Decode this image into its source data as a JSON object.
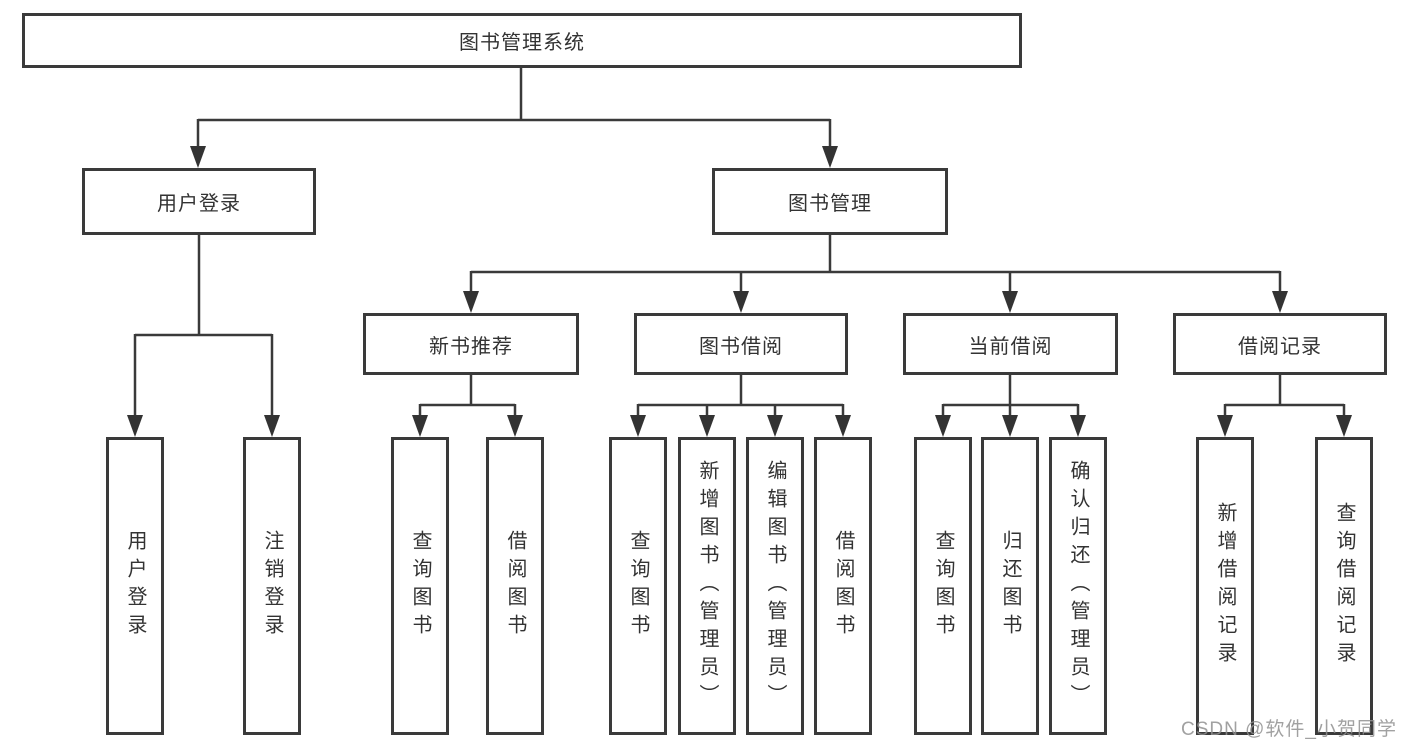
{
  "tree": {
    "root": "图书管理系统",
    "children": [
      {
        "label": "用户登录",
        "children": [
          "用户登录",
          "注销登录"
        ]
      },
      {
        "label": "图书管理",
        "children": [
          {
            "label": "新书推荐",
            "children": [
              "查询图书",
              "借阅图书"
            ]
          },
          {
            "label": "图书借阅",
            "children": [
              "查询图书",
              "新增图书（管理员）",
              "编辑图书（管理员）",
              "借阅图书"
            ]
          },
          {
            "label": "当前借阅",
            "children": [
              "查询图书",
              "归还图书",
              "确认归还（管理员）"
            ]
          },
          {
            "label": "借阅记录",
            "children": [
              "新增借阅记录",
              "查询借阅记录"
            ]
          }
        ]
      }
    ]
  },
  "watermark": "CSDN @软件_小贺同学",
  "colors": {
    "line": "#3a3a3a",
    "node_border": "#3a3a3a",
    "text": "#333333",
    "watermark": "#919191",
    "background": "#ffffff"
  }
}
